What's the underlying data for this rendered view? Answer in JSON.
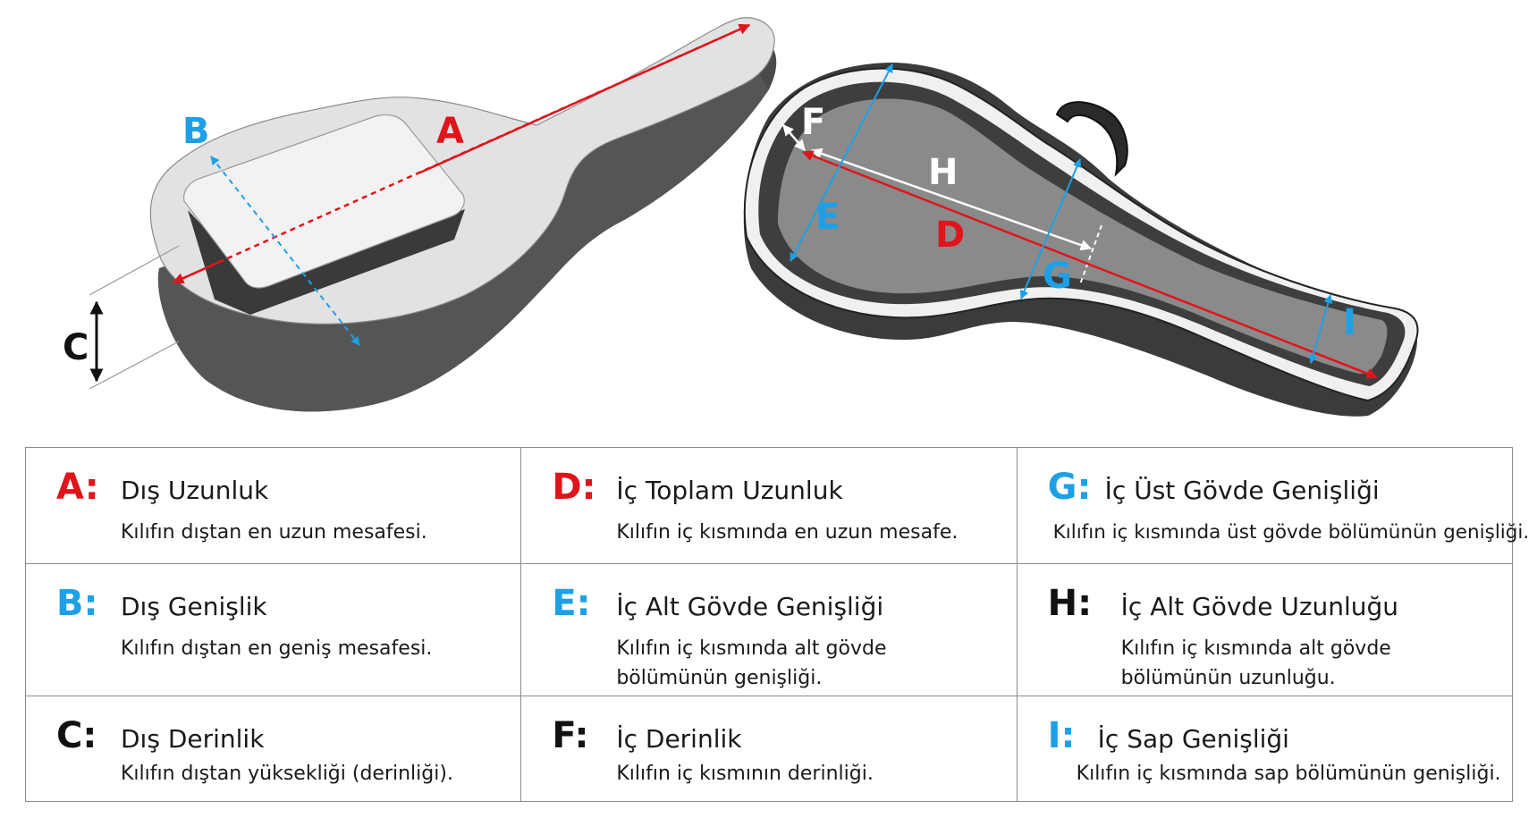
{
  "colors": {
    "red": "#e0141b",
    "blue": "#1ea0e6",
    "black": "#111111"
  },
  "diagram": {
    "outer_labels": {
      "a": "A",
      "b": "B",
      "c": "C"
    },
    "inner_labels": {
      "d": "D",
      "e": "E",
      "f": "F",
      "g": "G",
      "h": "H",
      "i": "I"
    }
  },
  "legend": [
    {
      "code": "A:",
      "color": "red",
      "title": "Dış Uzunluk",
      "desc": "Kılıfın dıştan en uzun mesafesi."
    },
    {
      "code": "D:",
      "color": "red",
      "title": "İç Toplam Uzunluk",
      "desc": "Kılıfın iç kısmında en uzun mesafe."
    },
    {
      "code": "G:",
      "color": "blue",
      "title": "İç Üst Gövde Genişliği",
      "desc": "Kılıfın iç kısmında üst gövde bölümünün genişliği."
    },
    {
      "code": "B:",
      "color": "blue",
      "title": "Dış Genişlik",
      "desc": "Kılıfın dıştan en geniş mesafesi."
    },
    {
      "code": "E:",
      "color": "blue",
      "title": "İç Alt Gövde Genişliği",
      "desc": "Kılıfın iç kısmında alt gövde bölümünün genişliği."
    },
    {
      "code": "H:",
      "color": "black",
      "title": "İç Alt Gövde Uzunluğu",
      "desc": "Kılıfın iç kısmında alt gövde bölümünün uzunluğu."
    },
    {
      "code": "C:",
      "color": "black",
      "title": "Dış Derinlik",
      "desc": "Kılıfın dıştan yüksekliği (derinliği)."
    },
    {
      "code": "F:",
      "color": "black",
      "title": "İç Derinlik",
      "desc": "Kılıfın iç kısmının derinliği."
    },
    {
      "code": "I:",
      "color": "blue",
      "title": "İç Sap Genişliği",
      "desc": "Kılıfın iç kısmında sap bölümünün genişliği."
    }
  ]
}
